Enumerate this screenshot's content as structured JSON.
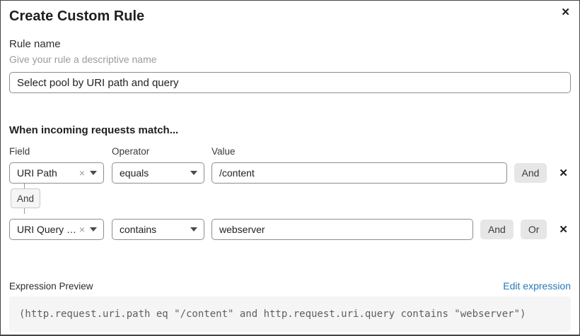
{
  "dialog": {
    "title": "Create Custom Rule"
  },
  "icons": {
    "close": "✕",
    "clear": "×",
    "delete": "✕"
  },
  "rule_name": {
    "label": "Rule name",
    "hint": "Give your rule a descriptive name",
    "value": "Select pool by URI path and query"
  },
  "matcher": {
    "heading": "When incoming requests match...",
    "columns": {
      "field": "Field",
      "operator": "Operator",
      "value": "Value"
    },
    "connector_label": "And",
    "rows": [
      {
        "field": "URI Path",
        "operator": "equals",
        "value": "/content",
        "buttons": [
          "And"
        ]
      },
      {
        "field": "URI Query St...",
        "operator": "contains",
        "value": "webserver",
        "buttons": [
          "And",
          "Or"
        ]
      }
    ]
  },
  "expression": {
    "label": "Expression Preview",
    "edit_link": "Edit expression",
    "code": "(http.request.uri.path eq \"/content\" and http.request.uri.query contains \"webserver\")"
  },
  "colors": {
    "link": "#2778b5",
    "button_bg": "#e6e6e6",
    "input_border": "#8d8d8d",
    "code_bg": "#f5f5f5",
    "badge_bg": "#f5f5f5"
  }
}
